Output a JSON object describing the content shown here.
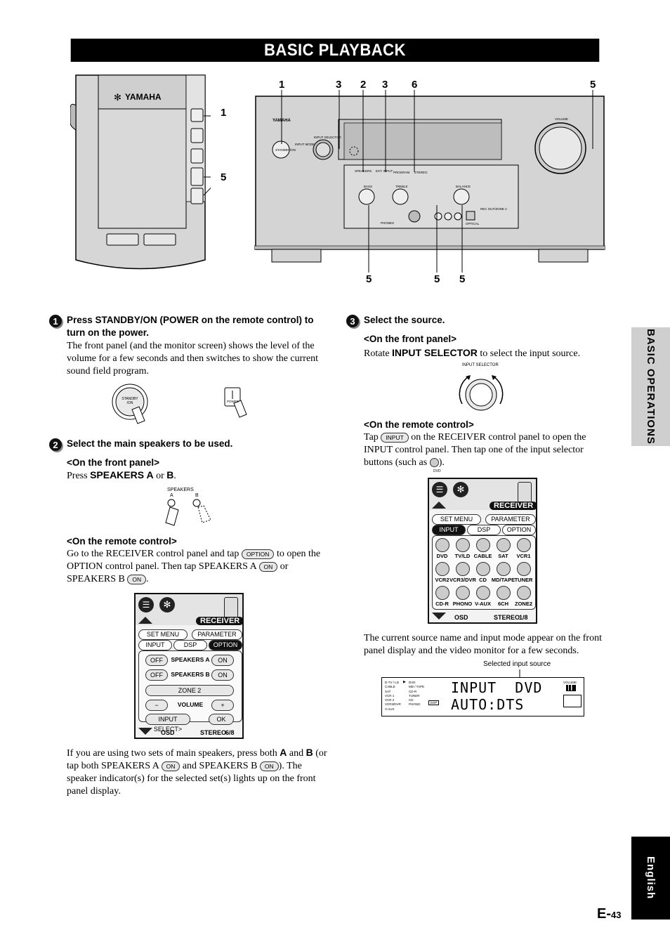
{
  "page_title": "BASIC PLAYBACK",
  "side_tabs": {
    "section": "BASIC OPERATIONS",
    "language": "English"
  },
  "page_number": {
    "prefix": "E-",
    "number": "43"
  },
  "brand": "YAMAHA",
  "callouts": {
    "remote_power": "1",
    "remote_volume": "5",
    "top": [
      "1",
      "3",
      "2",
      "3",
      "6",
      "5"
    ],
    "bottom": [
      "5",
      "5",
      "5"
    ]
  },
  "front_panel_labels": {
    "standby": "STANDBY/ON",
    "input_mode": "INPUT MODE",
    "input_selector": "INPUT SELECTOR",
    "volume": "VOLUME",
    "speakers": "SPEAKERS",
    "ext_input": "EXT. INPUT",
    "program": "PROGRAM",
    "bass": "BASS",
    "treble": "TREBLE",
    "balance": "BALANCE",
    "stereo": "STEREO",
    "phones": "PHONES",
    "optical": "OPTICAL",
    "rec_out_zone2": "REC OUT/ZONE 2"
  },
  "step1": {
    "number": "1",
    "heading": "Press STANDBY/ON (POWER on the remote control) to turn on the power.",
    "body": "The front panel (and the monitor screen) shows the level of the volume for a few seconds and then switches to show the current sound field program.",
    "illus_standby": "STANDBY /ON",
    "illus_power": "POWER"
  },
  "step2": {
    "number": "2",
    "heading": "Select the main speakers to be used.",
    "front_panel_head": "<On the front panel>",
    "press": "Press ",
    "speakers_a": "SPEAKERS A",
    "or": " or ",
    "b": "B",
    "period": ".",
    "illus_label": "SPEAKERS",
    "illus_a": "A",
    "illus_b": "B",
    "remote_head": "<On the remote control>",
    "remote_text_1": "Go to the RECEIVER control panel and tap",
    "option_btn": "OPTION",
    "remote_text_2": "to open the OPTION control panel. Then tap SPEAKERS A",
    "on_btn": "ON",
    "remote_text_3": "or SPEAKERS B",
    "remote_text_4": ".",
    "both_text_1": "If you are using two sets of main speakers, press both ",
    "both_a": "A",
    "both_and": " and ",
    "both_b": "B",
    "both_text_2": " (or tap both SPEAKERS A",
    "both_text_3": "and SPEAKERS B",
    "both_text_4": "). The speaker indicator(s) for the selected set(s) lights up on the front panel display."
  },
  "remote_option": {
    "header": "RECEIVER",
    "tabs_row1": [
      "SET MENU",
      "PARAMETER"
    ],
    "tabs_row2": [
      "INPUT",
      "DSP",
      "OPTION"
    ],
    "rows": [
      {
        "off": "OFF",
        "label": "SPEAKERS A",
        "on": "ON"
      },
      {
        "off": "OFF",
        "label": "SPEAKERS B",
        "on": "ON"
      }
    ],
    "zone2": "ZONE 2",
    "minus": "−",
    "volume": "VOLUME",
    "plus": "+",
    "input_select": "INPUT SELECT>",
    "ok": "OK",
    "osd": "OSD",
    "stereo": "STEREO",
    "page": "6/8"
  },
  "step3": {
    "number": "3",
    "heading": "Select the source.",
    "front_panel_head": "<On the front panel>",
    "rotate": "Rotate ",
    "input_selector": "INPUT SELECTOR",
    "rotate_rest": " to select the input source.",
    "illus_label": "INPUT SELECTOR",
    "remote_head": "<On the remote control>",
    "tap": "Tap",
    "input_btn": "INPUT",
    "remote_text": "on the RECEIVER control panel to open the INPUT control panel. Then tap one of the input selector buttons (such as",
    "dvd_caption": "DVD",
    "remote_text_end": ").",
    "result_text": "The current source name and input mode appear on the front panel display and the video monitor for a few seconds.",
    "selected_caption": "Selected input source"
  },
  "remote_input": {
    "header": "RECEIVER",
    "tabs_row1": [
      "SET MENU",
      "PARAMETER"
    ],
    "tabs_row2": [
      "INPUT",
      "DSP",
      "OPTION"
    ],
    "buttons": [
      "DVD",
      "TV/LD",
      "CABLE",
      "SAT",
      "VCR1",
      "VCR2",
      "VCR3/DVR",
      "CD",
      "MD/TAPE",
      "TUNER",
      "CD-R",
      "PHONO",
      "V-AUX",
      "6CH",
      "ZONE2"
    ],
    "osd": "OSD",
    "stereo": "STEREO",
    "page": "1/8"
  },
  "display": {
    "line1": "INPUT  DVD",
    "line2": "AUTO:DTS",
    "sources_left": [
      "D-TV / LD",
      "CABLE",
      "SAT",
      "VCR 1",
      "VCR 2",
      "VCR3/DVR",
      "V-AUX"
    ],
    "sources_right": [
      "DVD",
      "MD / TAPE",
      "CD-R",
      "TUNER",
      "CD",
      "PHONO"
    ],
    "dsp": "DSP",
    "volume": "VOLUME"
  }
}
